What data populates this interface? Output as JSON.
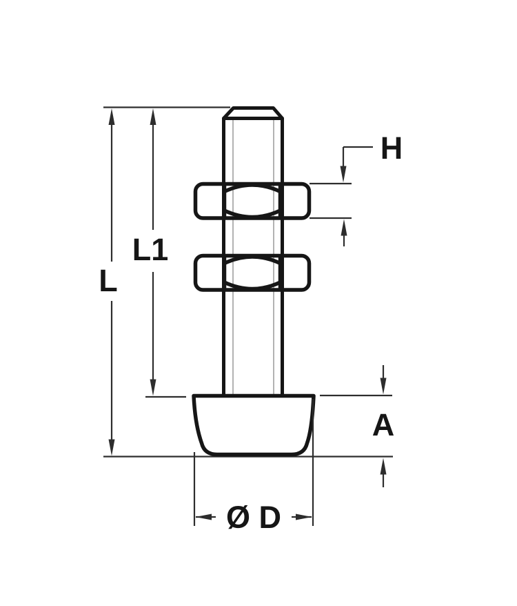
{
  "labels": {
    "total_length": "L",
    "thread_length": "L1",
    "nut_height": "H",
    "base_height": "A",
    "base_diameter": "Ø D"
  },
  "colors": {
    "background": "#ffffff",
    "outline": "#161616",
    "dimension": "#2d2d2d",
    "thread": "#b2b2b2"
  }
}
